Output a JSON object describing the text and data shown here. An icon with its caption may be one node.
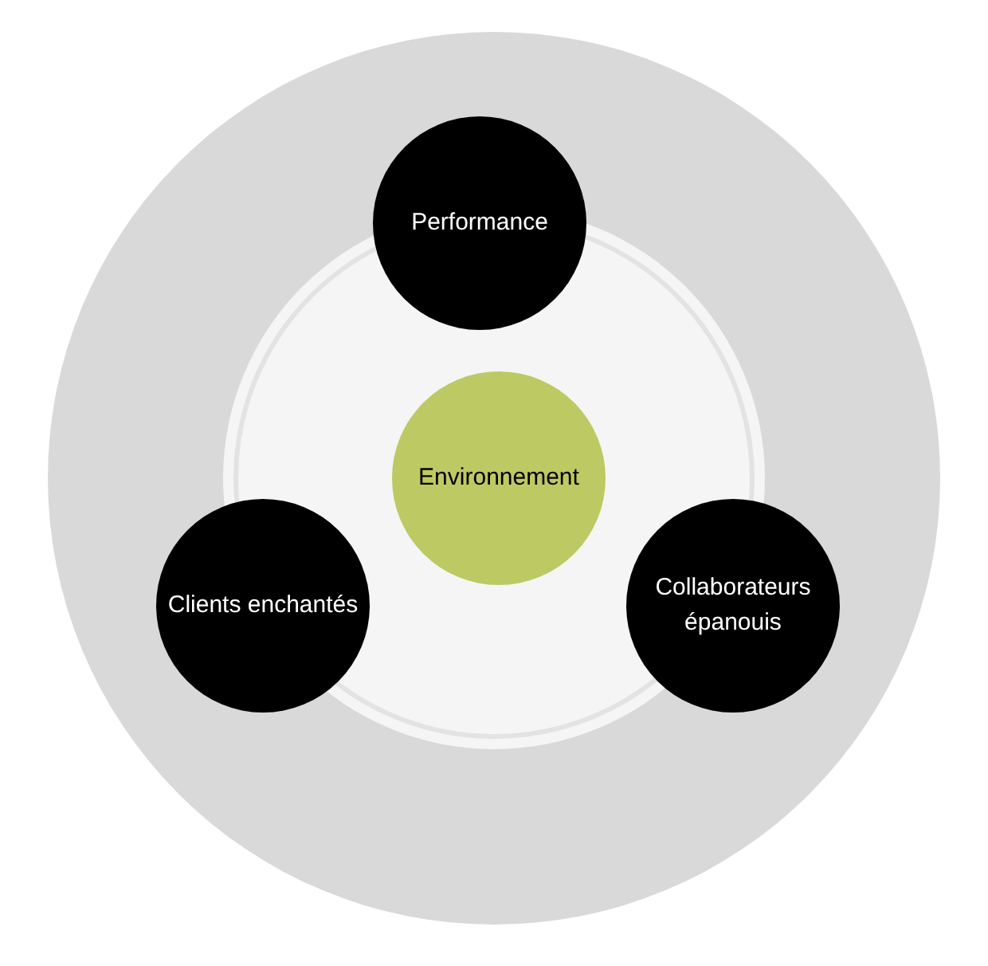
{
  "diagram": {
    "nodes": [
      {
        "text": [],
        "shape": "circle"
      },
      {
        "text": [],
        "shape": "circle",
        "in": 0
      },
      {
        "text": [
          "Performance"
        ],
        "in": 0
      },
      {
        "text": [
          "Environnement"
        ],
        "in": 1
      },
      {
        "text": [
          "Clients enchantés"
        ],
        "in": 0
      },
      {
        "text": [
          "Collaborateurs épanouis"
        ],
        "in": 0
      }
    ]
  }
}
